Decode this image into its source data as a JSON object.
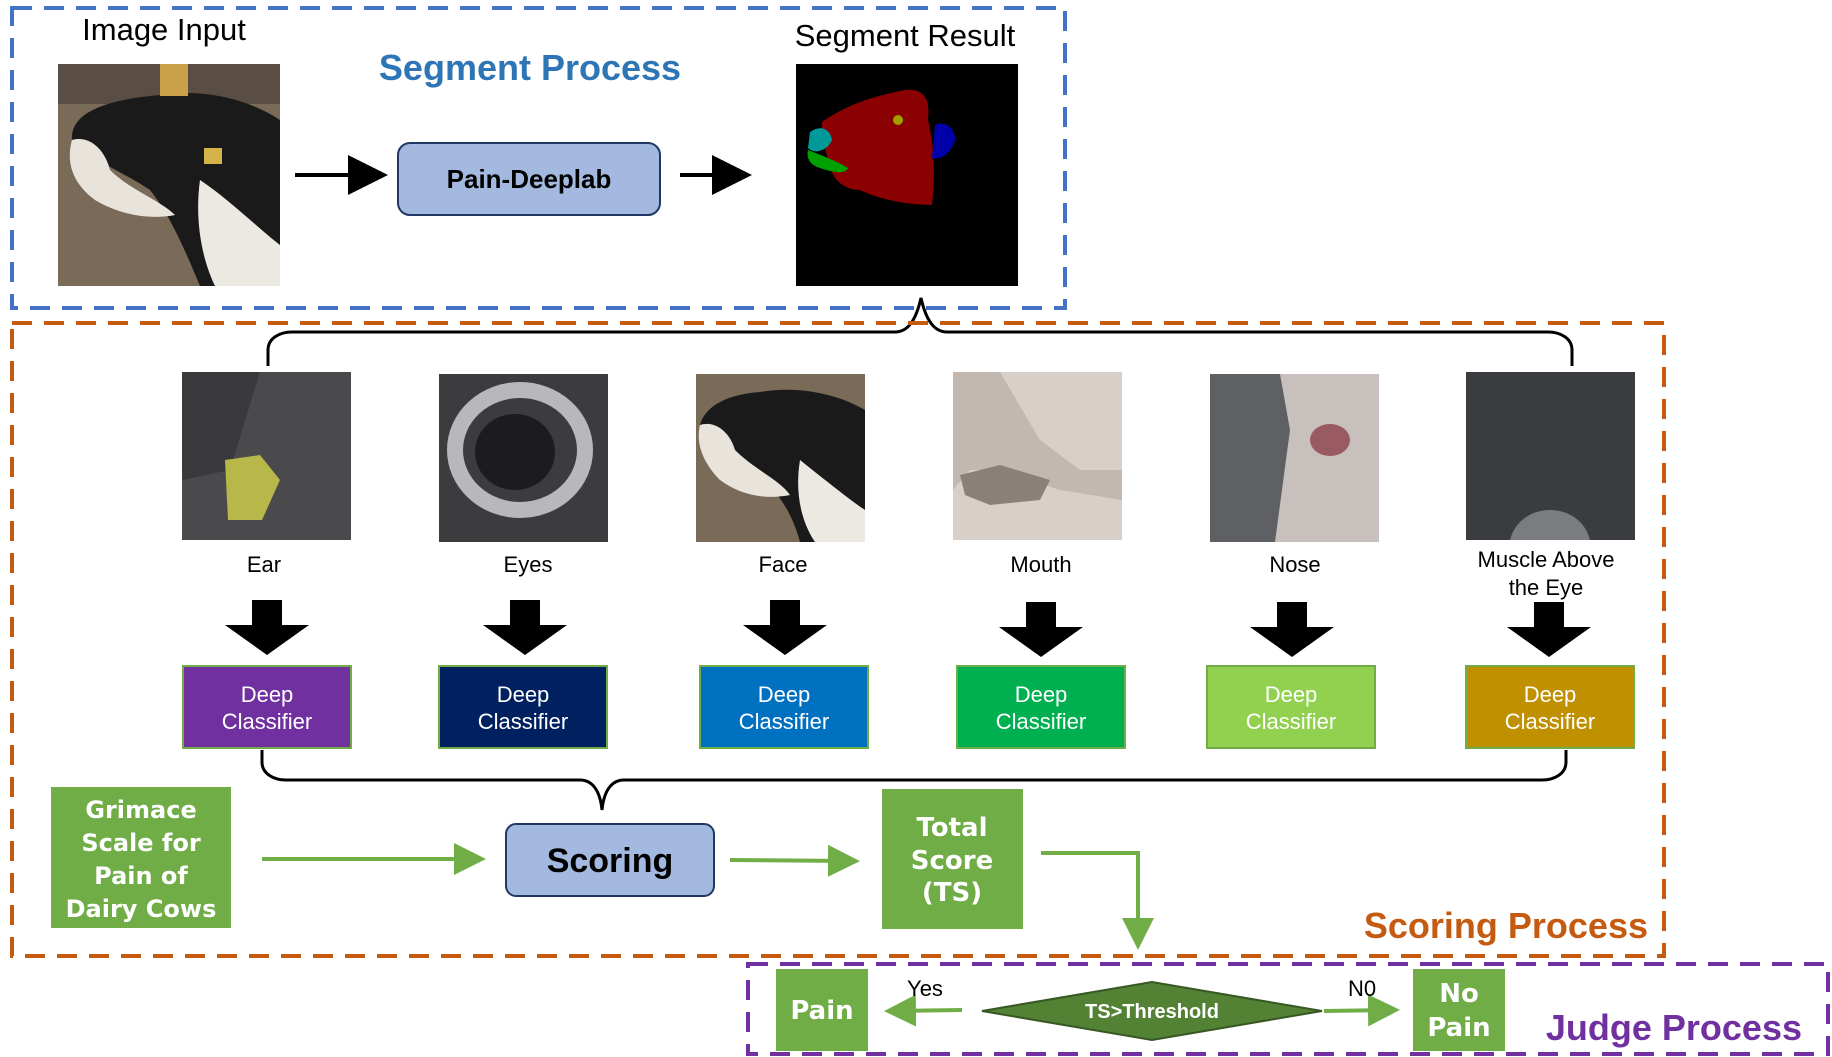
{
  "segment": {
    "title": "Segment Process",
    "image_input_label": "Image Input",
    "model_label": "Pain-Deeplab",
    "result_label": "Segment Result",
    "color": "#4472c4"
  },
  "parts": [
    {
      "name": "Ear",
      "classifier": [
        "Deep",
        "Classifier"
      ],
      "color": "#7030a0"
    },
    {
      "name": "Eyes",
      "classifier": [
        "Deep",
        "Classifier"
      ],
      "color": "#002060"
    },
    {
      "name": "Face",
      "classifier": [
        "Deep",
        "Classifier"
      ],
      "color": "#0070c0"
    },
    {
      "name": "Mouth",
      "classifier": [
        "Deep",
        "Classifier"
      ],
      "color": "#00b050"
    },
    {
      "name": "Nose",
      "classifier": [
        "Deep",
        "Classifier"
      ],
      "color": "#92d050"
    },
    {
      "name": [
        "Muscle Above",
        "the Eye"
      ],
      "classifier": [
        "Deep",
        "Classifier"
      ],
      "color": "#bf9000"
    }
  ],
  "scoring": {
    "title": "Scoring Process",
    "grimace": [
      "Grimace",
      "Scale for",
      "Pain of",
      "Dairy Cows"
    ],
    "scoring_label": "Scoring",
    "total": [
      "Total",
      "Score",
      "(TS)"
    ],
    "color": "#c55a11"
  },
  "judge": {
    "title": "Judge Process",
    "pain": "Pain",
    "yes": "Yes",
    "condition": "TS>Threshold",
    "no": "N0",
    "no_pain": [
      "No",
      "Pain"
    ],
    "color": "#7030a0"
  },
  "colors": {
    "green": "#70ad47",
    "light_blue": "#a4b9e0",
    "dark_border": "#1f3864"
  }
}
